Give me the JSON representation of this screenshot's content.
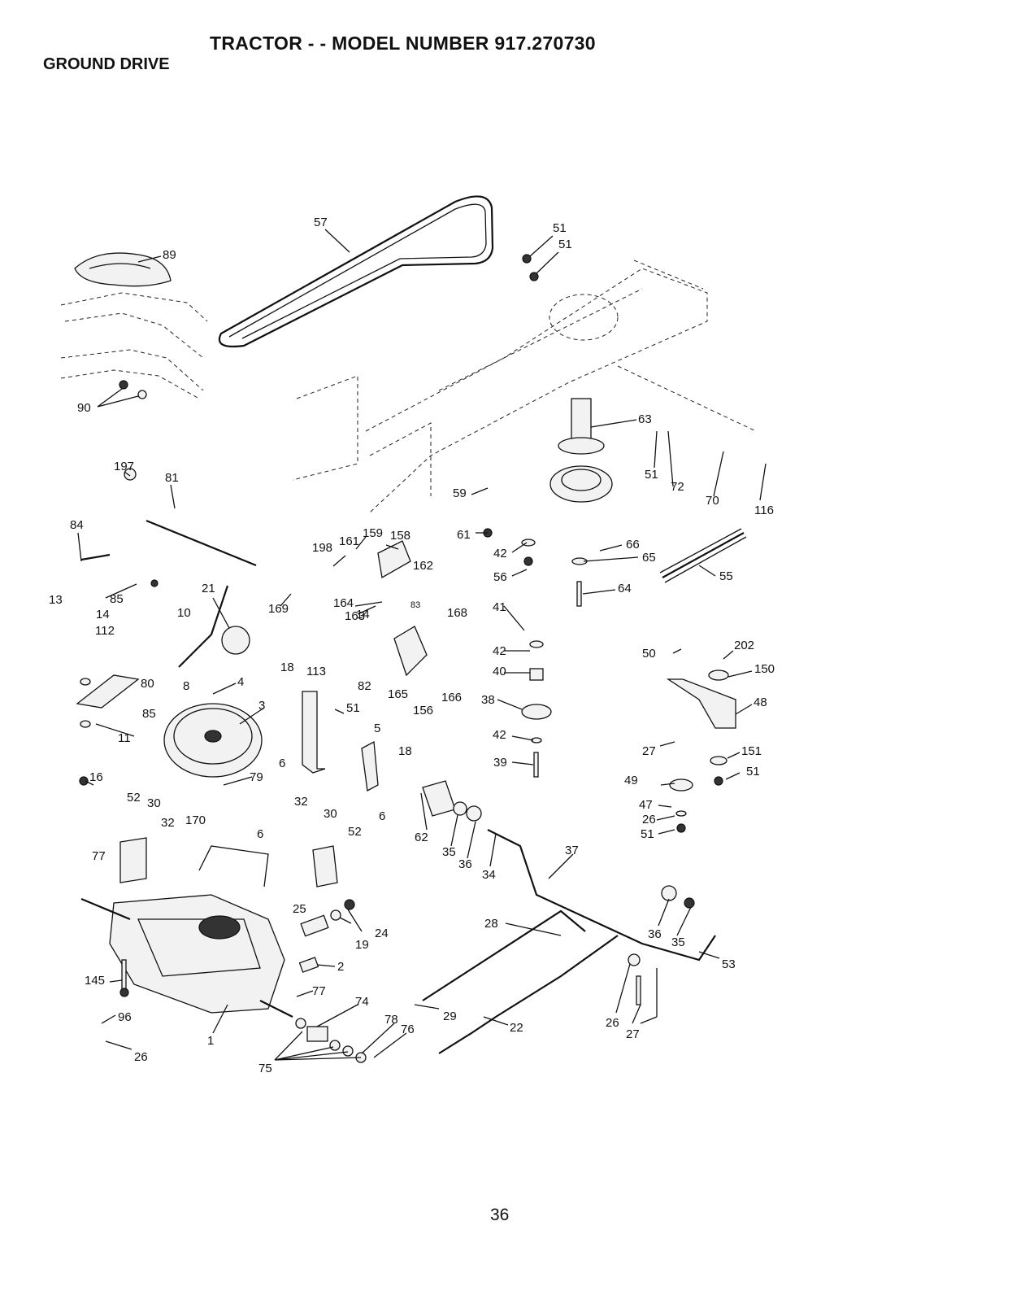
{
  "header": {
    "title": "TRACTOR - - MODEL NUMBER 917.270730",
    "section": "GROUND DRIVE"
  },
  "footer": {
    "page_number": "36"
  },
  "callouts": [
    {
      "id": "57"
    },
    {
      "id": "51"
    },
    {
      "id": "51"
    },
    {
      "id": "89"
    },
    {
      "id": "90"
    },
    {
      "id": "63"
    },
    {
      "id": "51"
    },
    {
      "id": "72"
    },
    {
      "id": "70"
    },
    {
      "id": "116"
    },
    {
      "id": "197"
    },
    {
      "id": "81"
    },
    {
      "id": "84"
    },
    {
      "id": "59"
    },
    {
      "id": "61"
    },
    {
      "id": "66"
    },
    {
      "id": "198"
    },
    {
      "id": "161"
    },
    {
      "id": "159"
    },
    {
      "id": "158"
    },
    {
      "id": "162"
    },
    {
      "id": "42"
    },
    {
      "id": "56"
    },
    {
      "id": "65"
    },
    {
      "id": "64"
    },
    {
      "id": "55"
    },
    {
      "id": "21"
    },
    {
      "id": "169"
    },
    {
      "id": "164"
    },
    {
      "id": "14"
    },
    {
      "id": "83"
    },
    {
      "id": "85"
    },
    {
      "id": "10"
    },
    {
      "id": "13"
    },
    {
      "id": "14"
    },
    {
      "id": "112"
    },
    {
      "id": "41"
    },
    {
      "id": "163"
    },
    {
      "id": "168"
    },
    {
      "id": "42"
    },
    {
      "id": "50"
    },
    {
      "id": "202"
    },
    {
      "id": "150"
    },
    {
      "id": "40"
    },
    {
      "id": "80"
    },
    {
      "id": "8"
    },
    {
      "id": "4"
    },
    {
      "id": "18"
    },
    {
      "id": "113"
    },
    {
      "id": "82"
    },
    {
      "id": "165"
    },
    {
      "id": "166"
    },
    {
      "id": "156"
    },
    {
      "id": "38"
    },
    {
      "id": "48"
    },
    {
      "id": "85"
    },
    {
      "id": "3"
    },
    {
      "id": "51"
    },
    {
      "id": "11"
    },
    {
      "id": "5"
    },
    {
      "id": "42"
    },
    {
      "id": "27"
    },
    {
      "id": "151"
    },
    {
      "id": "6"
    },
    {
      "id": "18"
    },
    {
      "id": "39"
    },
    {
      "id": "51"
    },
    {
      "id": "16"
    },
    {
      "id": "79"
    },
    {
      "id": "49"
    },
    {
      "id": "52"
    },
    {
      "id": "30"
    },
    {
      "id": "6"
    },
    {
      "id": "47"
    },
    {
      "id": "32"
    },
    {
      "id": "32"
    },
    {
      "id": "30"
    },
    {
      "id": "170"
    },
    {
      "id": "26"
    },
    {
      "id": "6"
    },
    {
      "id": "52"
    },
    {
      "id": "62"
    },
    {
      "id": "35"
    },
    {
      "id": "51"
    },
    {
      "id": "36"
    },
    {
      "id": "77"
    },
    {
      "id": "37"
    },
    {
      "id": "34"
    },
    {
      "id": "25"
    },
    {
      "id": "24"
    },
    {
      "id": "36"
    },
    {
      "id": "19"
    },
    {
      "id": "28"
    },
    {
      "id": "35"
    },
    {
      "id": "53"
    },
    {
      "id": "2"
    },
    {
      "id": "145"
    },
    {
      "id": "77"
    },
    {
      "id": "96"
    },
    {
      "id": "74"
    },
    {
      "id": "29"
    },
    {
      "id": "78"
    },
    {
      "id": "76"
    },
    {
      "id": "22"
    },
    {
      "id": "26"
    },
    {
      "id": "27"
    },
    {
      "id": "1"
    },
    {
      "id": "26"
    },
    {
      "id": "75"
    }
  ]
}
